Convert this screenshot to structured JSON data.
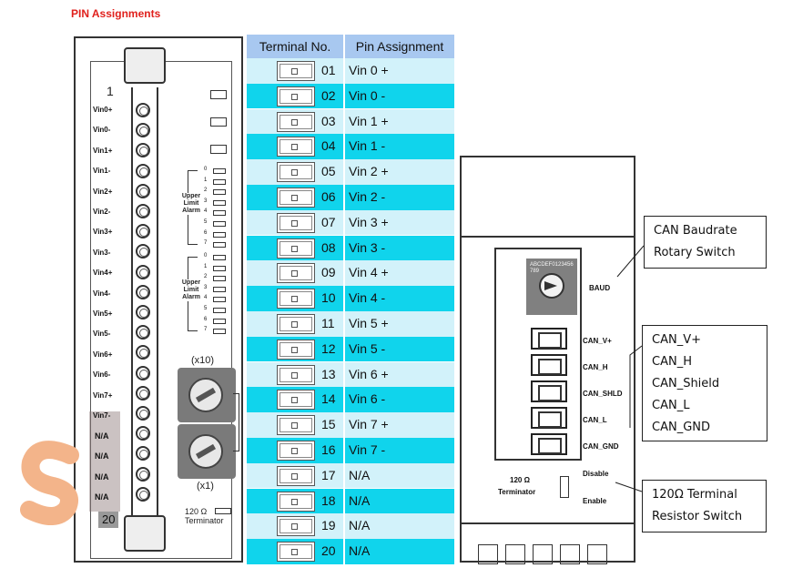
{
  "title": "PIN Assignments",
  "module": {
    "top_pin_number": "1",
    "bottom_pin_number": "20",
    "pin_labels": [
      "Vin0+",
      "Vin0-",
      "Vin1+",
      "Vin1-",
      "Vin2+",
      "Vin2-",
      "Vin3+",
      "Vin3-",
      "Vin4+",
      "Vin4-",
      "Vin5+",
      "Vin5-",
      "Vin6+",
      "Vin6-",
      "Vin7+",
      "Vin7-"
    ],
    "na_labels": [
      "N/A",
      "N/A",
      "N/A",
      "N/A"
    ],
    "alarm_groups": [
      {
        "label_lines": [
          "Upper",
          "Limit",
          "Alarm"
        ],
        "numbers": [
          "0",
          "1",
          "2",
          "3",
          "4",
          "5",
          "6",
          "7"
        ]
      },
      {
        "label_lines": [
          "Upper",
          "Limit",
          "Alarm"
        ],
        "numbers": [
          "0",
          "1",
          "2",
          "3",
          "4",
          "5",
          "6",
          "7"
        ]
      }
    ],
    "rotary_top_label": "(x10)",
    "rotary_bottom_label": "(x1)",
    "terminator_line1": "120 Ω",
    "terminator_line2": "Terminator"
  },
  "table": {
    "headers": [
      "Terminal No.",
      "Pin Assignment"
    ],
    "rows": [
      {
        "no": "01",
        "assignment": "Vin 0 +"
      },
      {
        "no": "02",
        "assignment": "Vin 0 -"
      },
      {
        "no": "03",
        "assignment": "Vin 1 +"
      },
      {
        "no": "04",
        "assignment": "Vin 1 -"
      },
      {
        "no": "05",
        "assignment": "Vin 2 +"
      },
      {
        "no": "06",
        "assignment": "Vin 2 -"
      },
      {
        "no": "07",
        "assignment": "Vin 3 +"
      },
      {
        "no": "08",
        "assignment": "Vin 3 -"
      },
      {
        "no": "09",
        "assignment": "Vin 4 +"
      },
      {
        "no": "10",
        "assignment": "Vin 4 -"
      },
      {
        "no": "11",
        "assignment": "Vin 5 +"
      },
      {
        "no": "12",
        "assignment": "Vin 5 -"
      },
      {
        "no": "13",
        "assignment": "Vin 6 +"
      },
      {
        "no": "14",
        "assignment": "Vin 6 -"
      },
      {
        "no": "15",
        "assignment": "Vin 7 +"
      },
      {
        "no": "16",
        "assignment": "Vin 7 -"
      },
      {
        "no": "17",
        "assignment": "N/A"
      },
      {
        "no": "18",
        "assignment": "N/A"
      },
      {
        "no": "19",
        "assignment": "N/A"
      },
      {
        "no": "20",
        "assignment": "N/A"
      }
    ],
    "colors": {
      "light_row": "#d2f2fa",
      "dark_row": "#10d4ec",
      "header": "#a8c8f0"
    }
  },
  "right_module": {
    "baud_label": "BAUD",
    "baud_dial_chars": "ABCDEF0123456789",
    "can_labels": [
      "CAN_V+",
      "CAN_H",
      "CAN_SHLD",
      "CAN_L",
      "CAN_GND"
    ],
    "disable_label": "Disable",
    "enable_label": "Enable",
    "terminator_line1": "120 Ω",
    "terminator_line2": "Terminator"
  },
  "callouts": {
    "baud": [
      "CAN Baudrate",
      "Rotary Switch"
    ],
    "can": [
      "CAN_V+",
      "CAN_H",
      "CAN_Shield",
      "CAN_L",
      "CAN_GND"
    ],
    "terminal": [
      "120Ω  Terminal",
      "Resistor Switch"
    ]
  }
}
